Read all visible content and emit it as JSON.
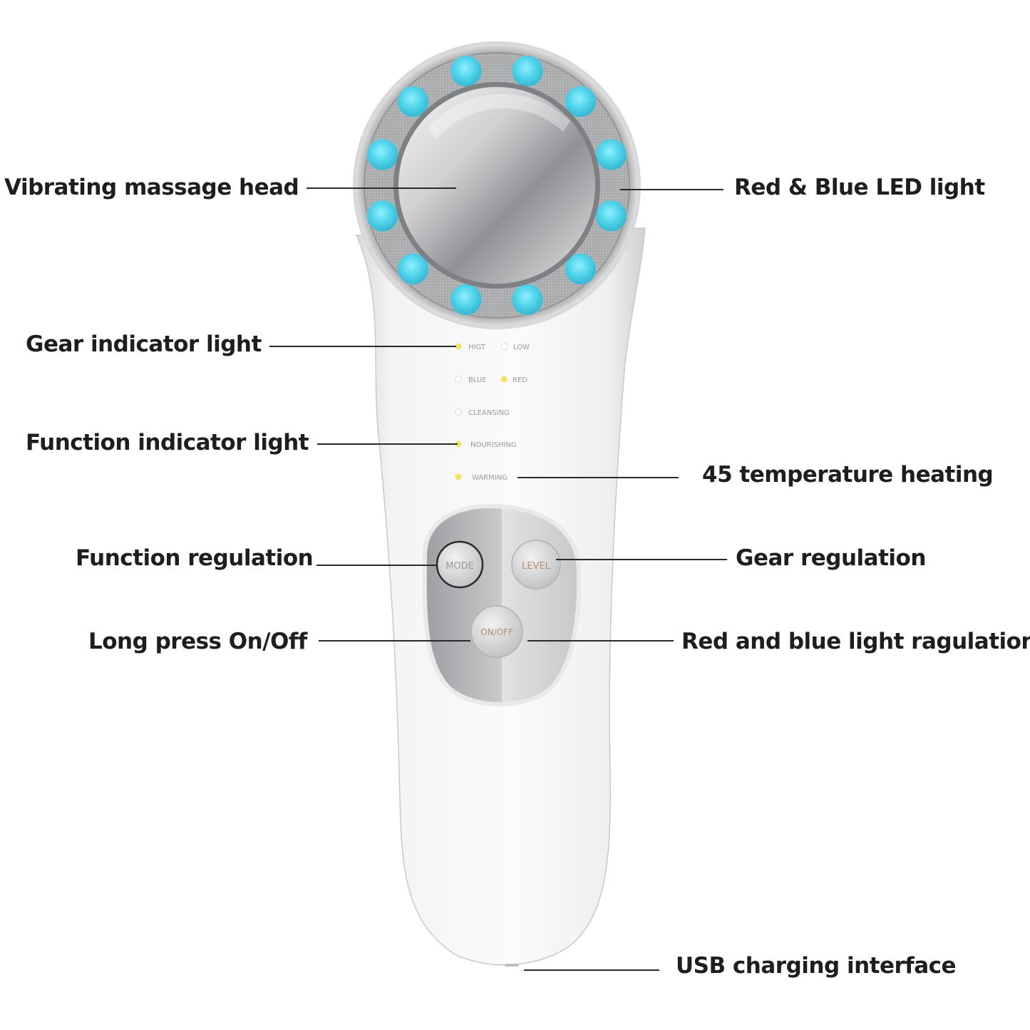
{
  "labels": {
    "vibrating_massage_head": "Vibrating massage head",
    "red_blue_led_light": "Red & Blue LED light",
    "gear_indicator_light": "Gear indicator light",
    "function_indicator_light": "Function indicator light",
    "temperature_heating": "45  temperature heating",
    "function_regulation": "Function regulation",
    "gear_regulation": "Gear regulation",
    "long_press_on_off": "Long press On/Off",
    "red_blue_light_regulation": "Red and blue light ragulation",
    "usb_charging_interface": "USB charging interface"
  },
  "indicators": {
    "higt": "HIGT",
    "low": "LOW",
    "blue": "BLUE",
    "red": "RED",
    "cleansing": "CLEANSING",
    "nourishing": "NOURISHING",
    "warming": "WARMING"
  },
  "buttons": {
    "mode": "MODE",
    "level": "LEVEL",
    "on_off": "ON/OFF"
  },
  "colors": {
    "led_blue": "#4fd3ea",
    "indicator_yellow": "#f2e56a",
    "indicator_white": "#ffffff",
    "body_white": "#f3f3f4",
    "text_dark": "#1e1e1e"
  },
  "led_count": 12
}
